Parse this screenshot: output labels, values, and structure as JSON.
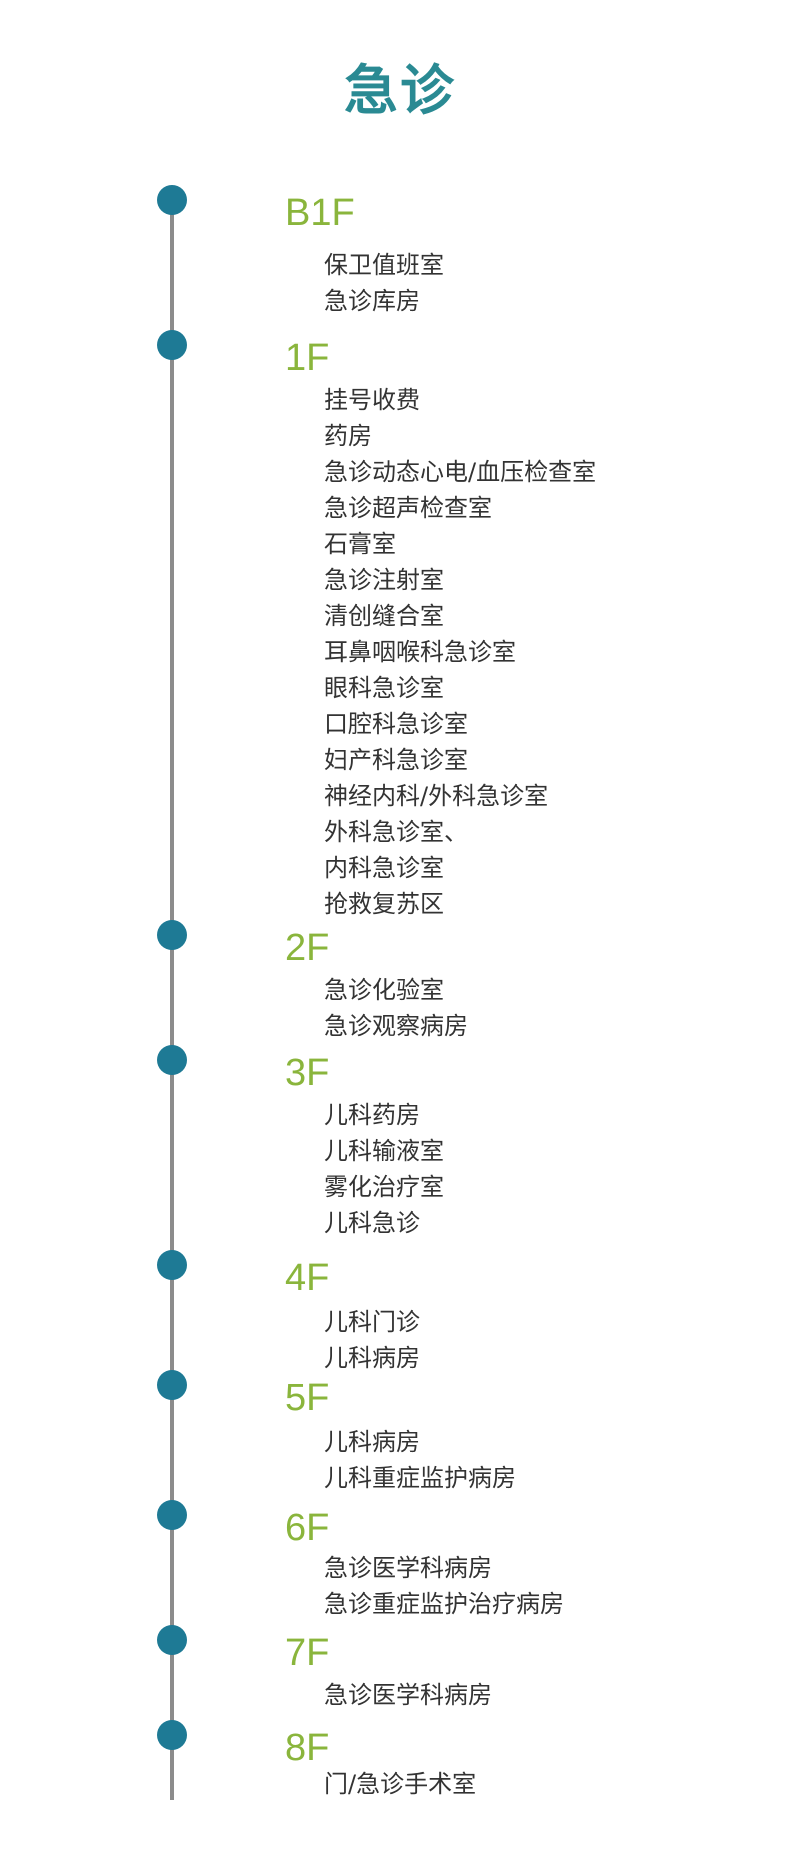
{
  "title": "急诊",
  "floors": [
    {
      "label": "B1F",
      "rooms": [
        "保卫值班室",
        "急诊库房"
      ]
    },
    {
      "label": "1F",
      "rooms": [
        "挂号收费",
        "药房",
        "急诊动态心电/血压检查室",
        "急诊超声检查室",
        "石膏室",
        "急诊注射室",
        "清创缝合室",
        "耳鼻咽喉科急诊室",
        "眼科急诊室",
        "口腔科急诊室",
        "妇产科急诊室",
        "神经内科/外科急诊室",
        "外科急诊室、",
        "内科急诊室",
        "抢救复苏区"
      ]
    },
    {
      "label": "2F",
      "rooms": [
        "急诊化验室",
        "急诊观察病房"
      ]
    },
    {
      "label": "3F",
      "rooms": [
        " 儿科药房",
        "儿科输液室",
        "雾化治疗室",
        "儿科急诊"
      ]
    },
    {
      "label": "4F",
      "rooms": [
        "儿科门诊",
        "儿科病房"
      ]
    },
    {
      "label": "5F",
      "rooms": [
        "儿科病房",
        "儿科重症监护病房"
      ]
    },
    {
      "label": "6F",
      "rooms": [
        "急诊医学科病房",
        "急诊重症监护治疗病房"
      ]
    },
    {
      "label": "7F",
      "rooms": [
        "急诊医学科病房"
      ]
    },
    {
      "label": "8F",
      "rooms": [
        "门/急诊手术室"
      ]
    }
  ]
}
